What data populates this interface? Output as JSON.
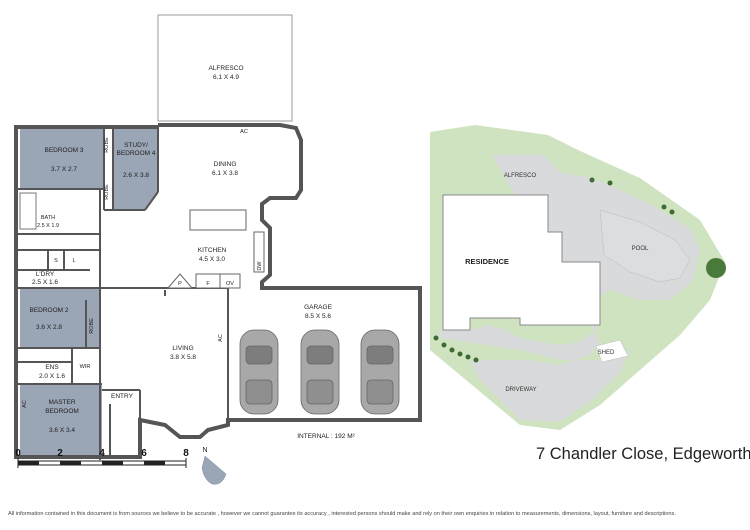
{
  "address": "7 Chandler Close, Edgeworth",
  "internal_area": "INTERNAL : 192 M²",
  "compass_label": "N",
  "scale_ticks": [
    "0",
    "2",
    "4",
    "6",
    "8"
  ],
  "disclaimer": "All information contained in this document is from sources we believe to be accurate , however we cannot guarantee its accuracy , interested persons should make and rely on their own enquiries in relation to measurements, dimensions, layout, furniture and descriptions.",
  "rooms": {
    "alfresco": {
      "name": "ALFRESCO",
      "dims": "6.1 X 4.9"
    },
    "bedroom3": {
      "name": "BEDROOM 3",
      "dims": "3.7 X 2.7"
    },
    "study": {
      "name": "STUDY/",
      "name2": "BEDROOM 4",
      "dims": "2.6 X 3.8"
    },
    "dining": {
      "name": "DINING",
      "dims": "6.1 X 3.8"
    },
    "bath": {
      "name": "BATH",
      "dims": "2.5 X 1.9"
    },
    "kitchen": {
      "name": "KITCHEN",
      "dims": "4.5 X 3.0"
    },
    "laundry": {
      "name": "L'DRY",
      "dims": "2.5 X 1.6"
    },
    "bedroom2": {
      "name": "BEDROOM 2",
      "dims": "3.6 X 2.8"
    },
    "garage": {
      "name": "GARAGE",
      "dims": "8.5 X 5.6"
    },
    "living": {
      "name": "LIVING",
      "dims": "3.8 X 5.8"
    },
    "ensuite": {
      "name": "ENS",
      "dims": "2.0 X 1.6"
    },
    "master": {
      "name": "MASTER",
      "name2": "BEDROOM",
      "dims": "3.6 X 3.4"
    },
    "entry": {
      "name": "ENTRY"
    }
  },
  "fixtures": {
    "robe": "ROBE",
    "wir": "WIR",
    "ac": "AC",
    "dw": "DW",
    "pantry": "P",
    "fridge": "F",
    "oven": "OV",
    "shower": "S",
    "linen": "L"
  },
  "site": {
    "residence": "RESIDENCE",
    "alfresco": "ALFRESCO",
    "pool": "POOL",
    "shed": "SHED",
    "driveway": "DRIVEWAY"
  },
  "colors": {
    "bedroom_fill": "#9aa5b5",
    "wall": "#555555",
    "lawn": "#cfe3c0",
    "paving": "#d9dadb",
    "residence": "#ffffff"
  }
}
